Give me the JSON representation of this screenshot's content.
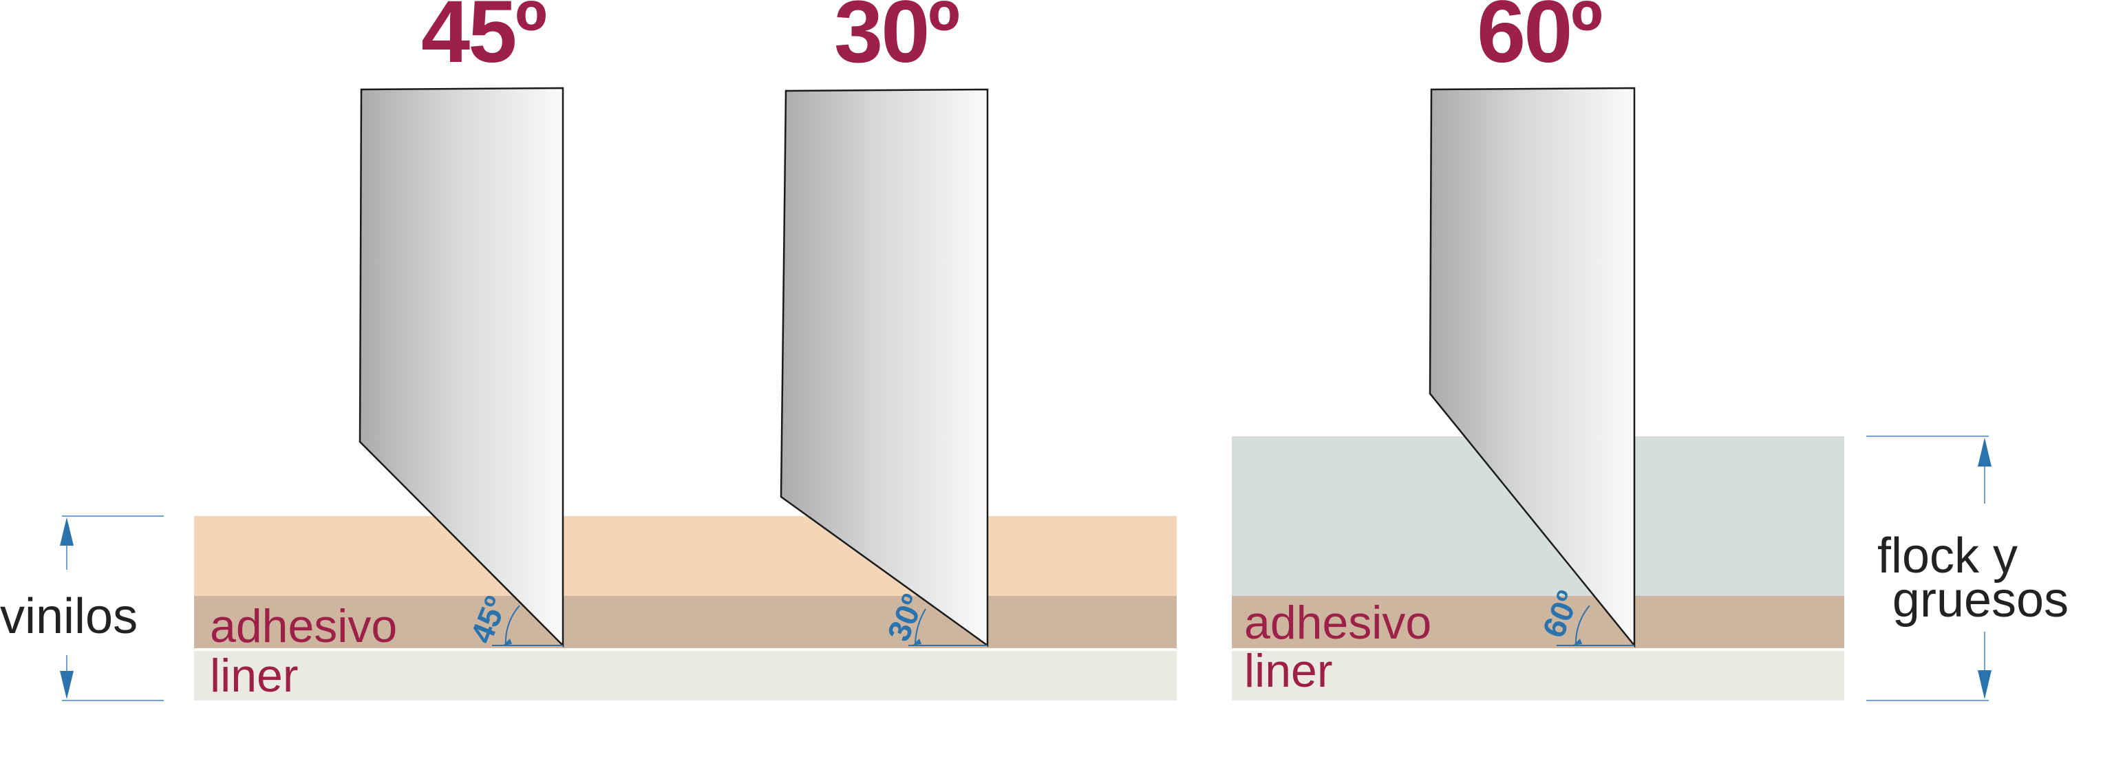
{
  "colors": {
    "maroon": "#9c2048",
    "blue": "#2b73ad",
    "vinyl": "#f5d5b8",
    "adhesive": "#cdb5a0",
    "liner": "#ebeae2",
    "flock": "#d4dfdb",
    "dark_text": "#222222",
    "guide": "#6fa4d4"
  },
  "blades": [
    {
      "angle_label": "45º",
      "small_angle": "45º"
    },
    {
      "angle_label": "30º",
      "small_angle": "30º"
    },
    {
      "angle_label": "60º",
      "small_angle": "60º"
    }
  ],
  "layers": {
    "adhesive_left": "adhesivo",
    "liner_left": "liner",
    "adhesive_right": "adhesivo",
    "liner_right": "liner"
  },
  "side_labels": {
    "left": "vinilos",
    "right_line1": "flock y",
    "right_line2": "gruesos"
  }
}
